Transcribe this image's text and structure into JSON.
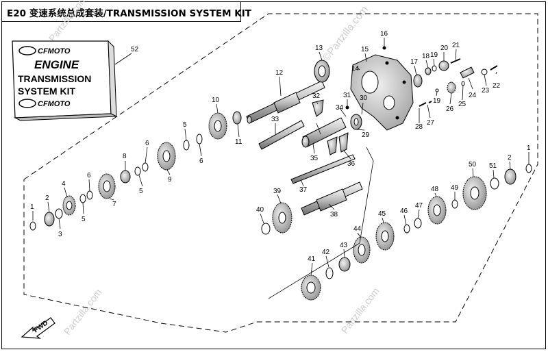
{
  "title": "E20 变速系统总成套装/TRANSMISSION SYSTEM KIT",
  "kit_card": {
    "brand_top": "CFMOTO",
    "line1": "ENGINE",
    "line2": "TRANSMISSION",
    "line3": "SYSTEM KIT",
    "brand_bottom": "CFMOTO"
  },
  "fwd_label": "FWD",
  "watermarks": {
    "copyright": "©Partzilla.com",
    "site": "Partzilla.com"
  },
  "callouts": [
    "1",
    "2",
    "3",
    "4",
    "5",
    "6",
    "7",
    "8",
    "9",
    "10",
    "11",
    "12",
    "13",
    "14",
    "15",
    "16",
    "17",
    "18",
    "19",
    "20",
    "21",
    "22",
    "23",
    "24",
    "25",
    "26",
    "27",
    "28",
    "29",
    "30",
    "31",
    "32",
    "33",
    "34",
    "35",
    "36",
    "37",
    "38",
    "39",
    "40",
    "41",
    "42",
    "43",
    "44",
    "45",
    "46",
    "47",
    "48",
    "49",
    "50",
    "51",
    "52"
  ],
  "callout_labels": {
    "c1a": "1",
    "c2a": "2",
    "c3": "3",
    "c4": "4",
    "c5a": "5",
    "c6a": "6",
    "c7": "7",
    "c8": "8",
    "c5b": "5",
    "c6b": "6",
    "c9": "9",
    "c5c": "5",
    "c6c": "6",
    "c10": "10",
    "c11": "11",
    "c12": "12",
    "c13": "13",
    "c14": "14",
    "c15": "15",
    "c16": "16",
    "c17": "17",
    "c18": "18",
    "c19a": "19",
    "c20": "20",
    "c21": "21",
    "c19b": "19",
    "c22": "22",
    "c23": "23",
    "c24": "24",
    "c25": "25",
    "c26": "26",
    "c27": "27",
    "c28": "28",
    "c29": "29",
    "c30": "30",
    "c31": "31",
    "c32": "32",
    "c33": "33",
    "c34": "34",
    "c35": "35",
    "c36": "36",
    "c37": "37",
    "c38": "38",
    "c39": "39",
    "c40": "40",
    "c41": "41",
    "c42": "42",
    "c43": "43",
    "c44": "44",
    "c45": "45",
    "c46": "46",
    "c47": "47",
    "c48": "48",
    "c49": "49",
    "c50": "50",
    "c51": "51",
    "c2b": "2",
    "c1b": "1",
    "c52": "52"
  },
  "colors": {
    "line": "#000000",
    "part_fill": "#d9d9d9",
    "part_dark": "#8a8a8a",
    "watermark": "#c8c8c8"
  }
}
